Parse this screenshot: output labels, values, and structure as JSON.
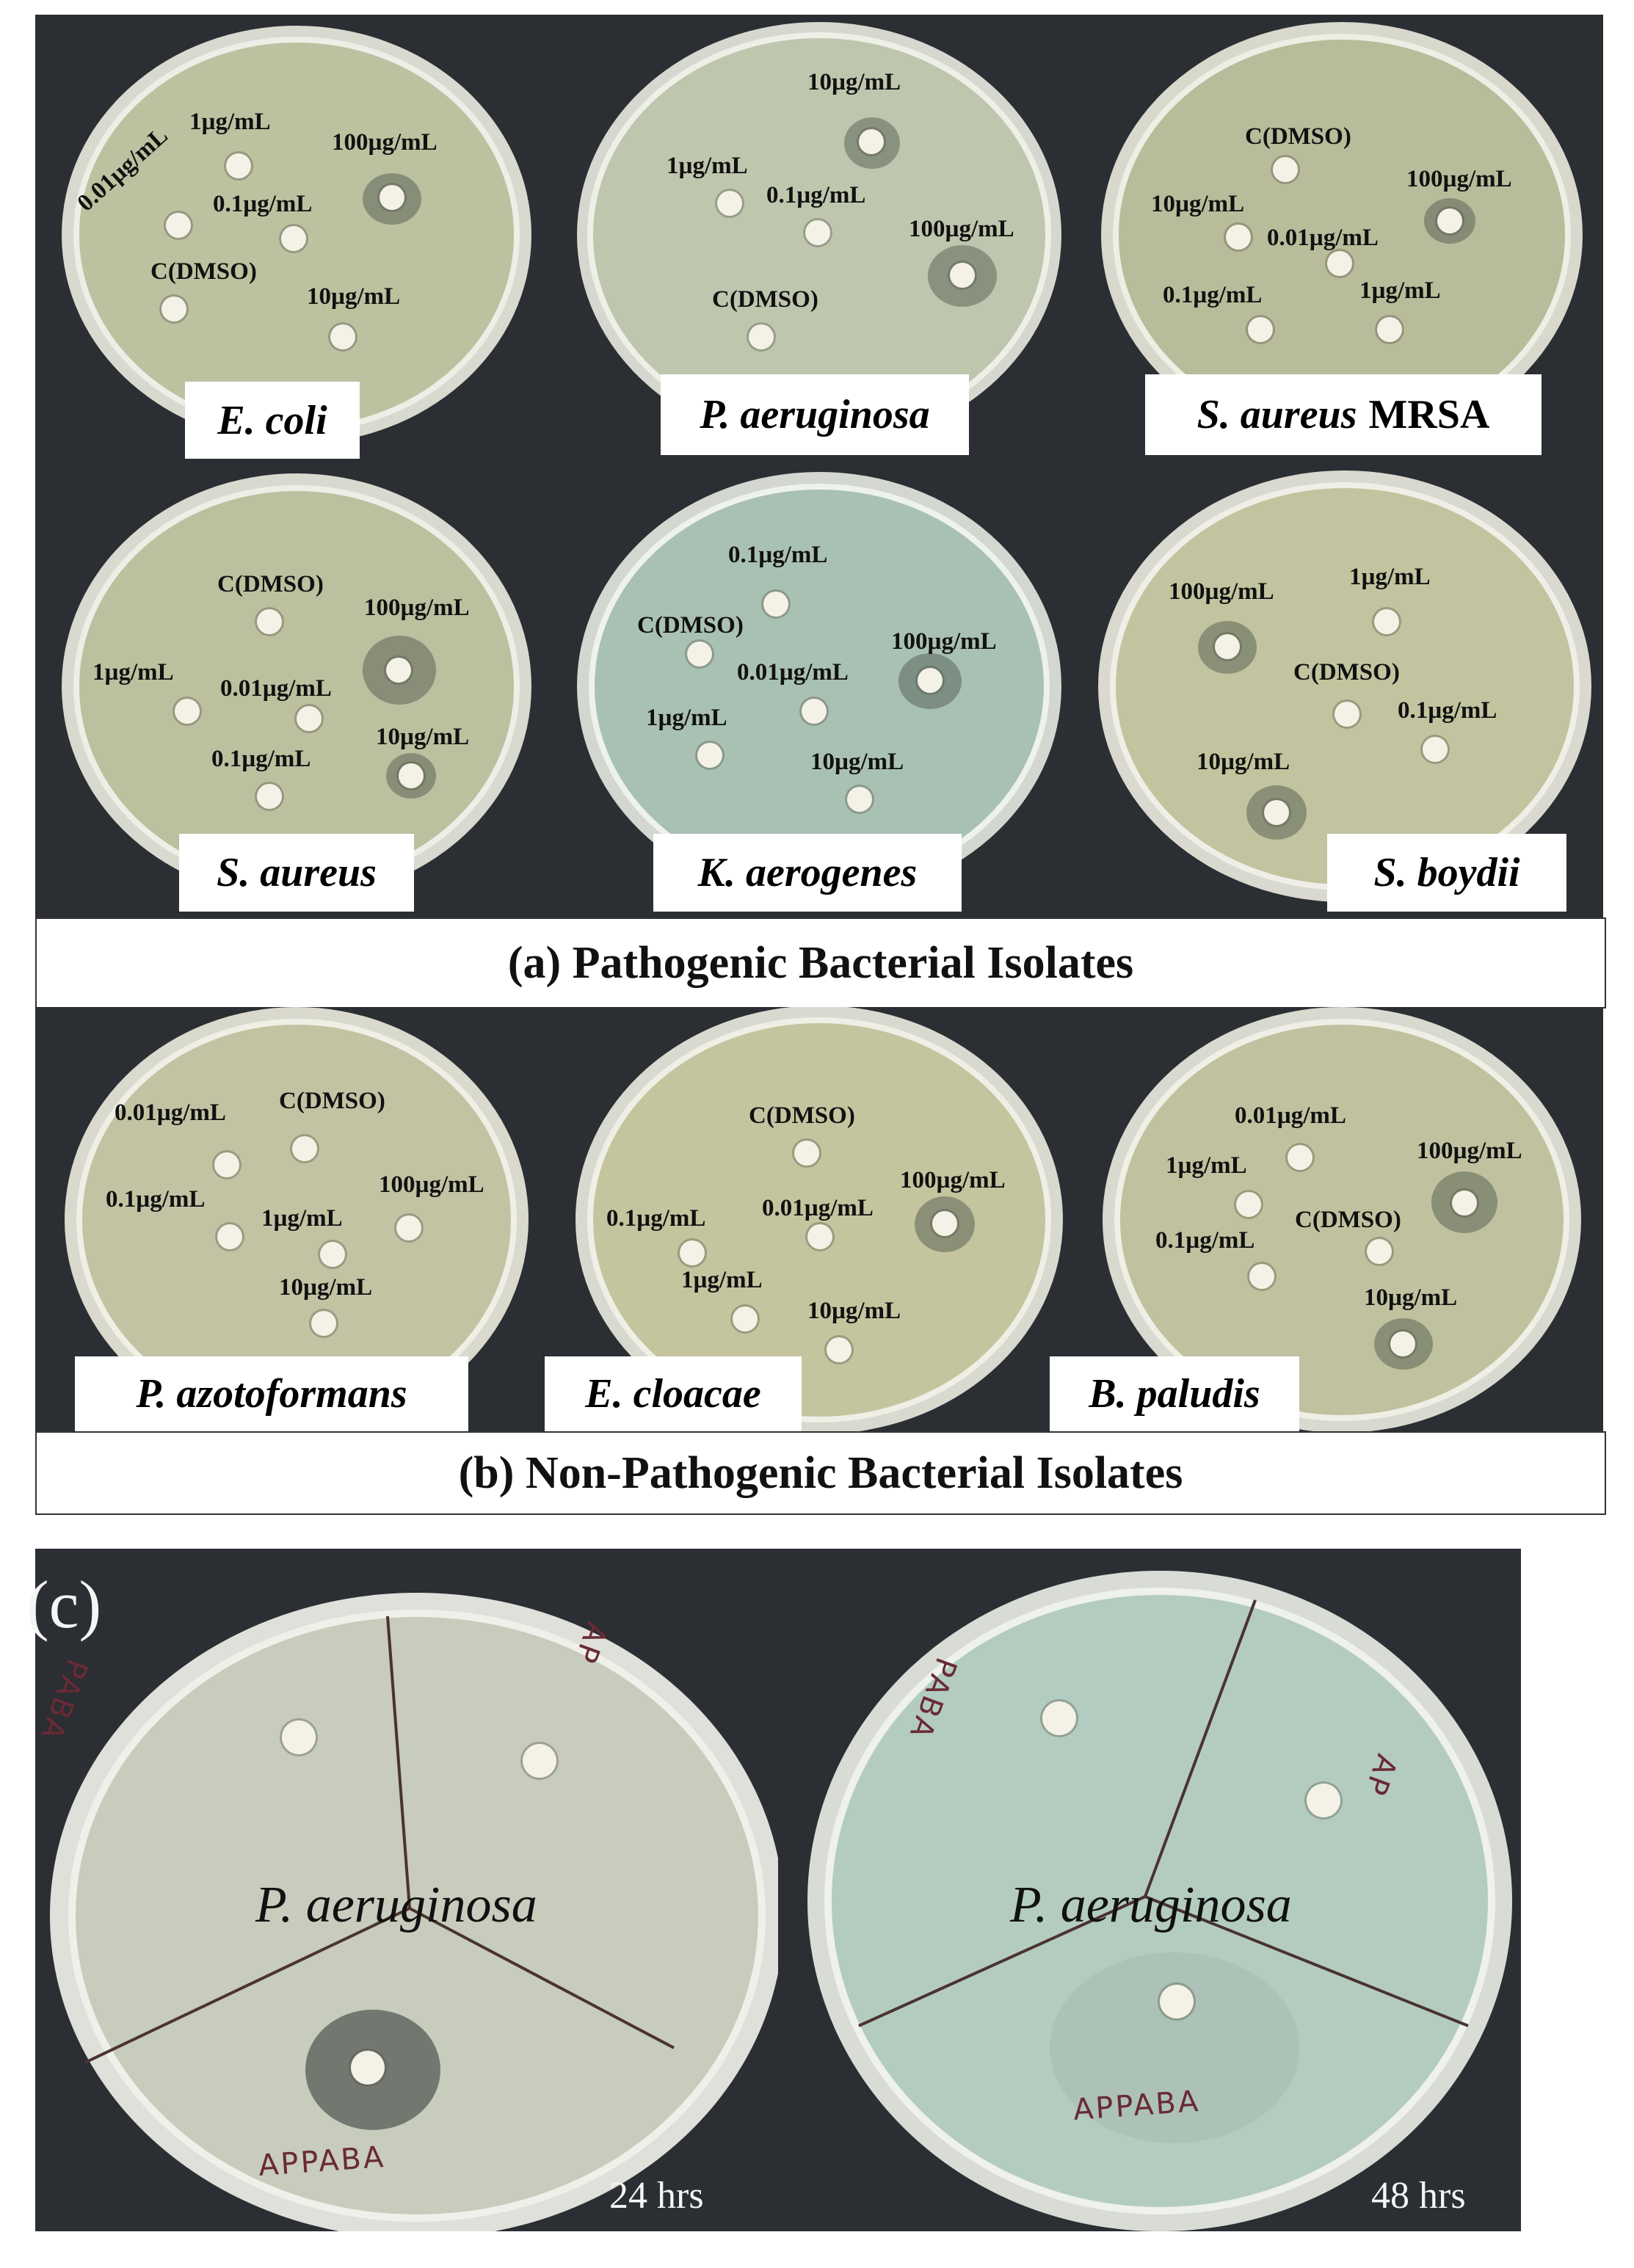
{
  "section_a": {
    "caption": "(a) Pathogenic Bacterial Isolates",
    "plates": [
      {
        "species": "E. coli",
        "suffix": "",
        "labels": [
          "1µg/mL",
          "100µg/mL",
          "0.01µg/mL",
          "0.1µg/mL",
          "C(DMSO)",
          "10µg/mL"
        ]
      },
      {
        "species": "P. aeruginosa",
        "suffix": "",
        "labels": [
          "10µg/mL",
          "1µg/mL",
          "0.1µg/mL",
          "100µg/mL",
          "C(DMSO)"
        ]
      },
      {
        "species": "S. aureus",
        "suffix": "MRSA",
        "labels": [
          "C(DMSO)",
          "100µg/mL",
          "10µg/mL",
          "0.01µg/mL",
          "0.1µg/mL",
          "1µg/mL"
        ]
      },
      {
        "species": "S. aureus",
        "suffix": "",
        "labels": [
          "C(DMSO)",
          "100µg/mL",
          "1µg/mL",
          "0.01µg/mL",
          "0.1µg/mL",
          "10µg/mL"
        ]
      },
      {
        "species": "K. aerogenes",
        "suffix": "",
        "labels": [
          "0.1µg/mL",
          "C(DMSO)",
          "100µg/mL",
          "0.01µg/mL",
          "1µg/mL",
          "10µg/mL"
        ]
      },
      {
        "species": "S. boydii",
        "suffix": "",
        "labels": [
          "100µg/mL",
          "1µg/mL",
          "C(DMSO)",
          "0.1µg/mL",
          "10µg/mL"
        ]
      }
    ]
  },
  "section_b": {
    "caption": "(b) Non-Pathogenic Bacterial Isolates",
    "plates": [
      {
        "species": "P. azotoformans",
        "labels": [
          "0.01µg/mL",
          "C(DMSO)",
          "0.1µg/mL",
          "100µg/mL",
          "1µg/mL",
          "10µg/mL"
        ]
      },
      {
        "species": "E. cloacae",
        "labels": [
          "C(DMSO)",
          "100µg/mL",
          "0.1µg/mL",
          "0.01µg/mL",
          "1µg/mL",
          "10µg/mL"
        ]
      },
      {
        "species": "B. paludis",
        "labels": [
          "0.01µg/mL",
          "1µg/mL",
          "100µg/mL",
          "C(DMSO)",
          "0.1µg/mL",
          "10µg/mL"
        ]
      }
    ]
  },
  "section_c": {
    "letter": "(c)",
    "plates": [
      {
        "organism": "P. aeruginosa",
        "time": "24 hrs",
        "handwriting": [
          "PABA",
          "AP",
          "APPABA"
        ]
      },
      {
        "organism": "P. aeruginosa",
        "time": "48 hrs",
        "handwriting": [
          "PABA",
          "AP",
          "APPABA"
        ]
      }
    ]
  },
  "colors": {
    "background_dark": "#2b2e33",
    "agar_green": "#b9c0a0",
    "agar_teal": "#a9c3b6",
    "label_white": "#ffffff"
  }
}
